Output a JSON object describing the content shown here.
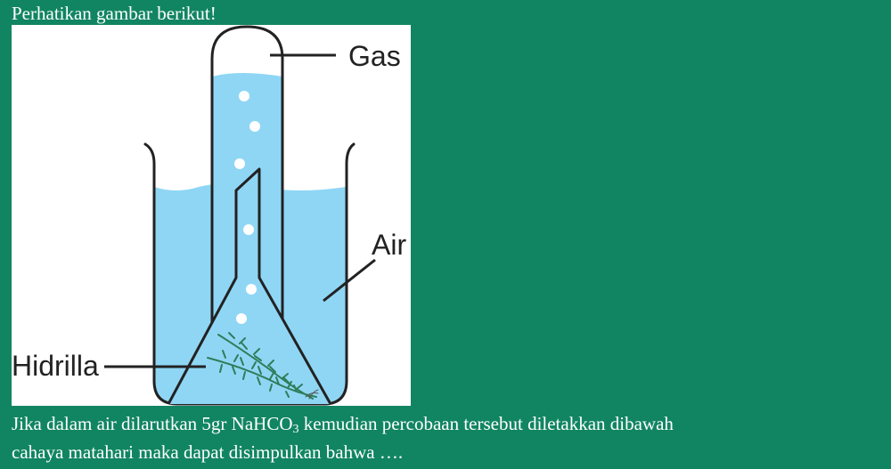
{
  "intro": "Perhatikan gambar berikut!",
  "figure": {
    "labels": {
      "gas": "Gas",
      "air": "Air",
      "plant": "Hidrilla"
    },
    "colors": {
      "water": "#8fd6f5",
      "outline": "#222222",
      "plant": "#2f7d5a",
      "bubble": "#ffffff"
    }
  },
  "question": {
    "part1": "Jika dalam air dilarutkan 5gr NaHCO",
    "subscript": "3",
    "part2": " kemudian percobaan tersebut diletakkan dibawah",
    "line2": "cahaya matahari maka dapat disimpulkan bahwa …."
  }
}
